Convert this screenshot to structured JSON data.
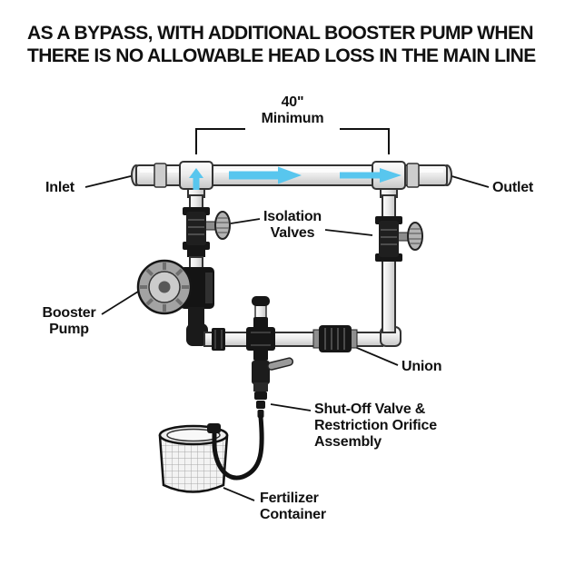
{
  "title": {
    "line1": "AS A BYPASS, WITH ADDITIONAL BOOSTER PUMP WHEN",
    "line2": "THERE IS NO ALLOWABLE HEAD LOSS IN THE MAIN LINE"
  },
  "labels": {
    "dimension": {
      "value": "40\"",
      "caption": "Minimum"
    },
    "inlet": "Inlet",
    "outlet": "Outlet",
    "isolation_valves": {
      "line1": "Isolation",
      "line2": "Valves"
    },
    "booster_pump": {
      "line1": "Booster",
      "line2": "Pump"
    },
    "union": "Union",
    "shutoff_assembly": {
      "line1": "Shut-Off Valve &",
      "line2": "Restriction Orifice",
      "line3": "Assembly"
    },
    "fertilizer_container": {
      "line1": "Fertilizer",
      "line2": "Container"
    }
  },
  "colors": {
    "flow_arrow": "#58c6ee",
    "pipe_stroke": "#333333",
    "fitting_dark": "#161616",
    "metal_gray": "#b3b3b3",
    "text": "#111111",
    "background": "#ffffff"
  }
}
